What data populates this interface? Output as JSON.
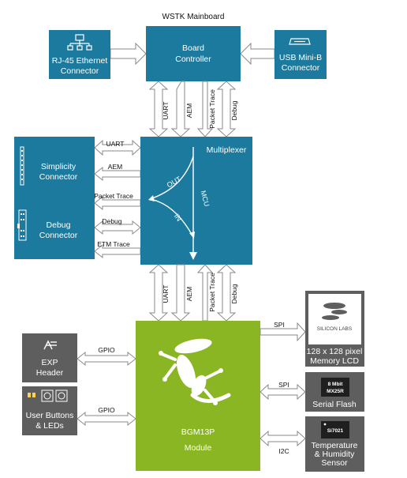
{
  "mainboard": {
    "title": "WSTK Mainboard"
  },
  "blocks": {
    "ethernet": {
      "line1": "RJ-45 Ethernet",
      "line2": "Connector"
    },
    "board_controller": {
      "line1": "Board",
      "line2": "Controller"
    },
    "usb": {
      "line1": "USB Mini-B",
      "line2": "Connector"
    },
    "simplicity": {
      "line1": "Simplicity",
      "line2": "Connector"
    },
    "debug_connector": {
      "line1": "Debug",
      "line2": "Connector"
    },
    "multiplexer": {
      "label": "Multiplexer",
      "out": "OUT",
      "mcu": "MCU",
      "in": "IN"
    },
    "exp_header": {
      "line1": "EXP",
      "line2": "Header"
    },
    "user_buttons": {
      "line1": "User Buttons",
      "line2": "& LEDs"
    },
    "module": {
      "line1": "BGM13P",
      "line2": "Module"
    },
    "lcd": {
      "logo": "SILICON LABS",
      "line1": "128 x 128 pixel",
      "line2": "Memory LCD"
    },
    "flash": {
      "chip1": "8 Mbit",
      "chip2": "MX25R",
      "line1": "Serial Flash"
    },
    "sensor": {
      "chip": "Si7021",
      "line1": "Temperature",
      "line2": "& Humidity",
      "line3": "Sensor"
    }
  },
  "links": {
    "top": [
      "UART",
      "AEM",
      "Packet Trace",
      "Debug"
    ],
    "left": [
      "UART",
      "AEM",
      "Packet Trace",
      "Debug",
      "ETM Trace"
    ],
    "bottom": [
      "UART",
      "AEM",
      "Packet Trace",
      "Debug"
    ],
    "gpio_exp": "GPIO",
    "gpio_buttons": "GPIO",
    "spi_lcd": "SPI",
    "spi_flash": "SPI",
    "i2c_sensor": "I2C"
  },
  "colors": {
    "block_blue": "#1b7a9e",
    "block_gray": "#5e5e5e",
    "module_green": "#8ab624",
    "arrow_stroke": "#8a8a8a"
  }
}
